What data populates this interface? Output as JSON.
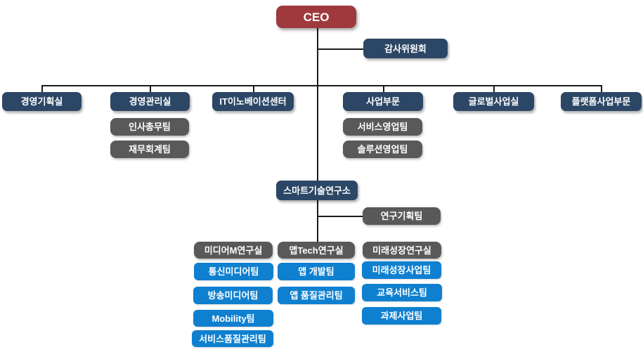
{
  "colors": {
    "ceo_box": "#9e3a3d",
    "executive_box": "#2c4766",
    "team_gray_box": "#595959",
    "team_blue_box": "#0f80d0",
    "connector_line": "#1a1a1a",
    "text": "#ffffff",
    "background": "#ffffff"
  },
  "org": {
    "ceo": {
      "label": "CEO"
    },
    "audit_committee": {
      "label": "감사위원회"
    },
    "level2": {
      "planning_office": "경영기획실",
      "management_office": "경영관리실",
      "it_innovation_center": "IT이노베이션센터",
      "business_division": "사업부문",
      "global_business_office": "글로벌사업실",
      "platform_business_division": "플랫폼사업부문"
    },
    "management_teams": {
      "hr_general_affairs_team": "인사총무팀",
      "finance_accounting_team": "재무회계팀"
    },
    "business_teams": {
      "service_sales_team": "서비스영업팀",
      "solution_sales_team": "솔루션영업팀"
    },
    "research_institute": {
      "label": "스마트기술연구소",
      "research_planning_team": "연구기획팀"
    },
    "labs": {
      "media_m_lab": "미디어M연구실",
      "app_tech_lab": "앱Tech연구실",
      "future_growth_lab": "미래성장연구실"
    },
    "media_m_teams": {
      "telecom_media_team": "통신미디어팀",
      "broadcast_media_team": "방송미디어팀",
      "mobility_team": "Mobility팀",
      "service_quality_team": "서비스품질관리팀"
    },
    "app_tech_teams": {
      "app_dev_team": "앱 개발팀",
      "app_quality_team": "앱 품질관리팀"
    },
    "future_growth_teams": {
      "future_growth_business_team": "미래성장사업팀",
      "education_service_team": "교육서비스팀",
      "project_business_team": "과제사업팀"
    }
  }
}
